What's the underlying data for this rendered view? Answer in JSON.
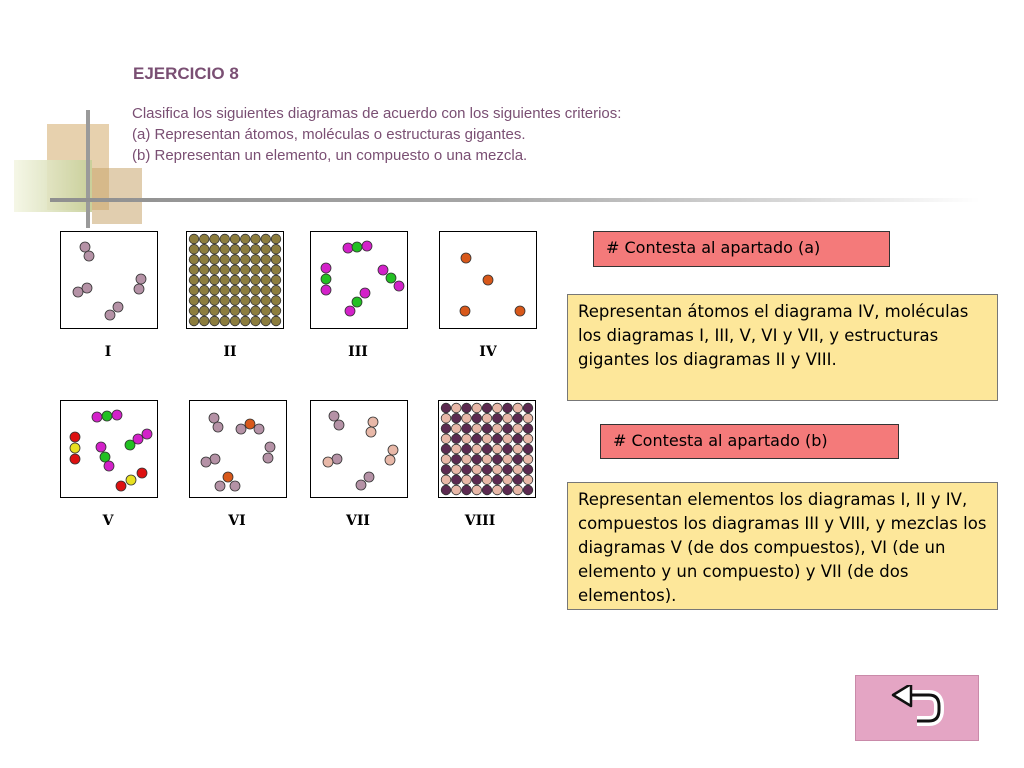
{
  "title": "EJERCICIO 8",
  "instructions": [
    "Clasifica los siguientes diagramas de acuerdo con los siguientes criterios:",
    "(a) Representan átomos, moléculas o estructuras gigantes.",
    "(b) Representan un elemento, un compuesto o una mezcla."
  ],
  "diagram_labels": [
    "I",
    "II",
    "III",
    "IV",
    "V",
    "VI",
    "VII",
    "VIII"
  ],
  "answer_a": {
    "header": "# Contesta al apartado (a)",
    "text": "Representan átomos el diagrama IV, moléculas los diagramas I, III, V, VI y VII, y estructuras gigantes los diagramas II y VIII."
  },
  "answer_b": {
    "header": "# Contesta al apartado (b)",
    "text": "Representan elementos los diagramas I, II y IV, compuestos los diagramas III y VIII, y mezclas los diagramas V (de dos compuestos), VI (de un elemento y un compuesto) y VII (de dos elementos)."
  },
  "back_button": {
    "icon": "return-arrow-icon"
  },
  "colors": {
    "title": "#7a4f73",
    "header_box": "#f47a7a",
    "answer_box": "#fde79a",
    "back_button": "#e4a5c4",
    "atom_mauve": "#b592a6",
    "atom_olive": "#8c7d3e",
    "atom_magenta": "#d321c9",
    "atom_green": "#22c022",
    "atom_orange": "#d8581a",
    "atom_red": "#dd1111",
    "atom_yellow": "#e8e020",
    "atom_pink": "#e8b8a8",
    "atom_purple": "#5c2a50"
  }
}
